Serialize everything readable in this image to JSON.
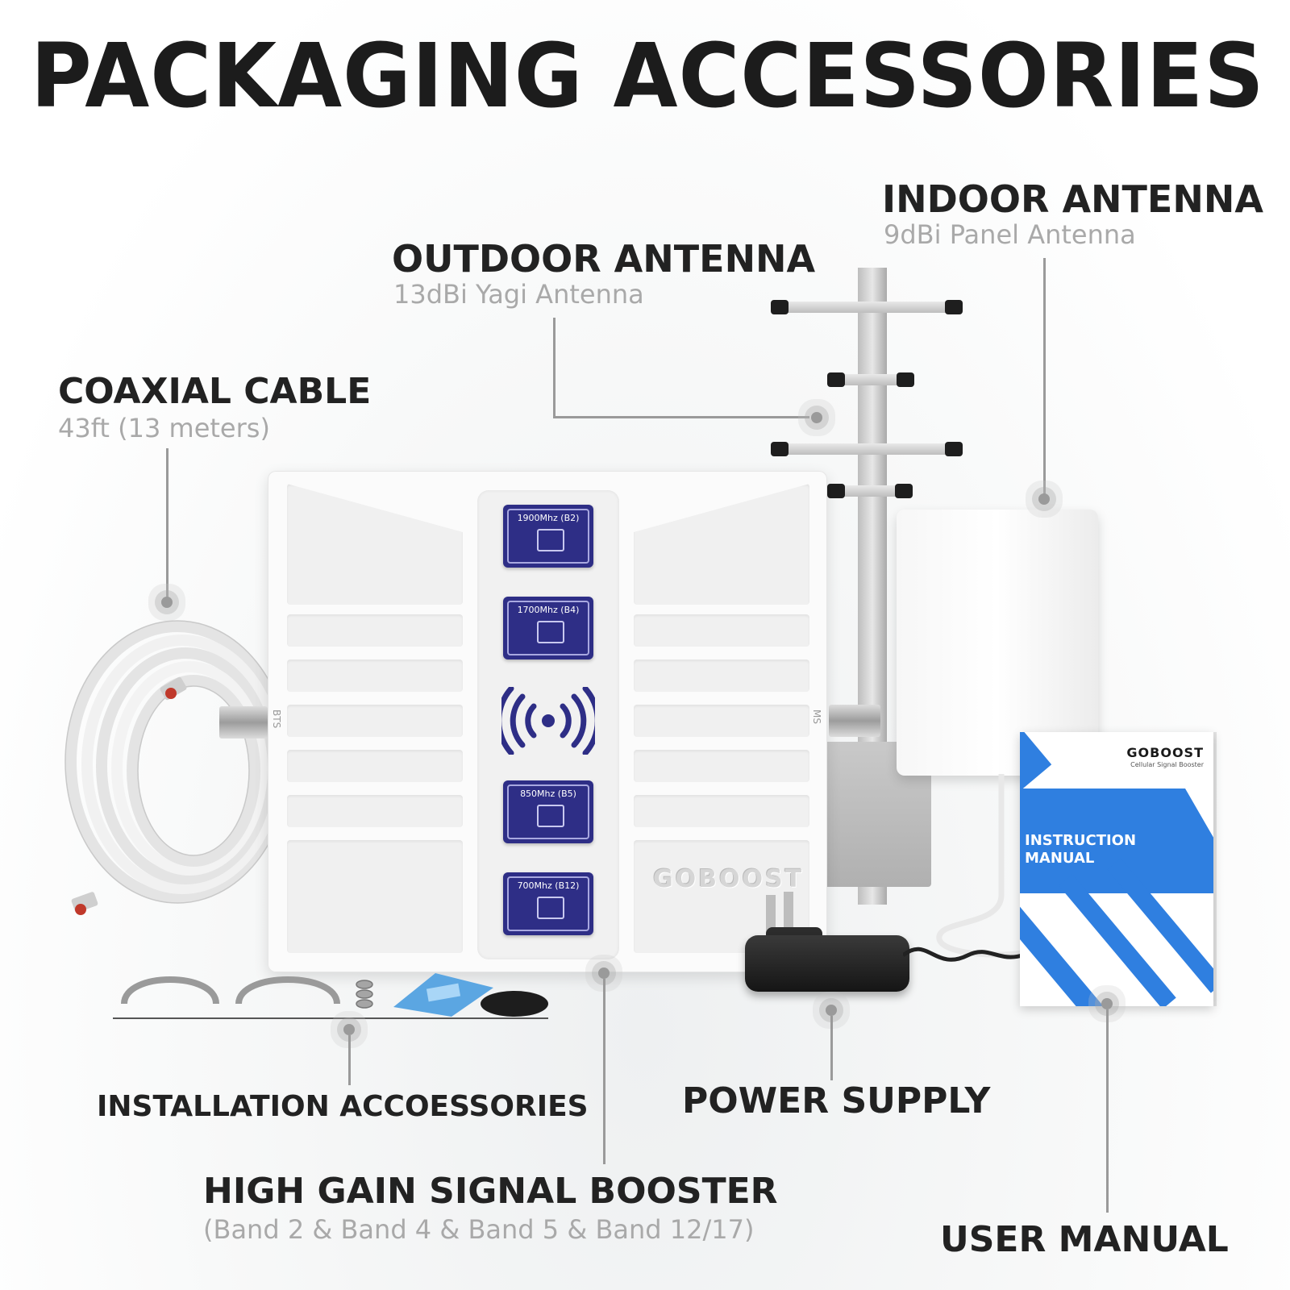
{
  "title": "PACKAGING ACCESSORIES",
  "callouts": {
    "indoor_antenna": {
      "label": "INDOOR ANTENNA",
      "sub": "9dBi Panel Antenna"
    },
    "outdoor_antenna": {
      "label": "OUTDOOR ANTENNA",
      "sub": "13dBi Yagi Antenna"
    },
    "coaxial_cable": {
      "label": "COAXIAL CABLE",
      "sub": "43ft (13 meters)"
    },
    "installation_accessories": {
      "label": "INSTALLATION ACCOESSORIES"
    },
    "power_supply": {
      "label": "POWER SUPPLY"
    },
    "signal_booster": {
      "label": "HIGH GAIN SIGNAL BOOSTER",
      "sub": "(Band 2 & Band 4 & Band 5 & Band 12/17)"
    },
    "user_manual": {
      "label": "USER MANUAL"
    }
  },
  "booster": {
    "brand": "GOBOOST",
    "port_left": "BTS",
    "port_right": "MS",
    "bands": [
      "1900Mhz (B2)",
      "1700Mhz (B4)",
      "850Mhz (B5)",
      "700Mhz (B12)"
    ],
    "accent_color": "#2e2e86"
  },
  "manual": {
    "brand": "GOBOOST",
    "tagline": "Cellular Signal Booster",
    "title_line1": "INSTRUCTION",
    "title_line2": "MANUAL",
    "accent_color": "#2f7fe0"
  }
}
